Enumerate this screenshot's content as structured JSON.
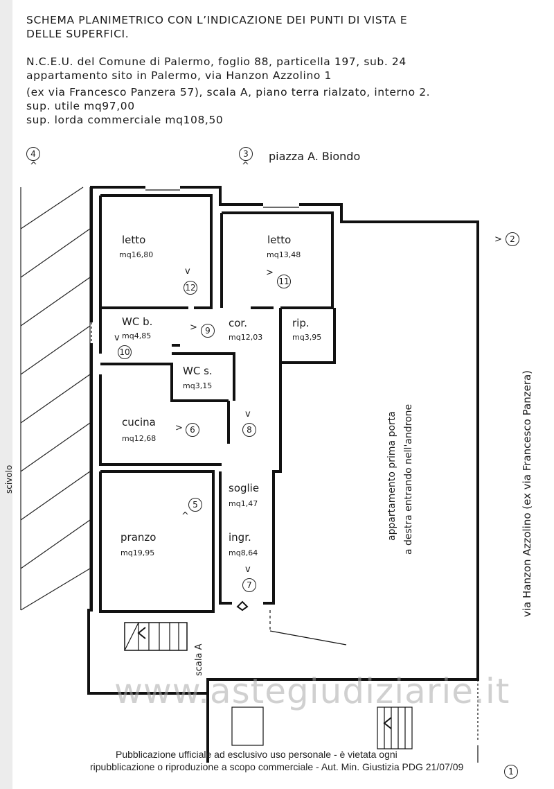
{
  "header": {
    "line1": "SCHEMA PLANIMETRICO CON L’INDICAZIONE DEI PUNTI DI VISTA E",
    "line2": "DELLE SUPERFICI.",
    "line3": "N.C.E.U. del Comune di Palermo, foglio 88, particella 197, sub. 24",
    "line4": "appartamento sito in Palermo, via Hanzon Azzolino 1",
    "line5": "(ex via Francesco Panzera 57), scala A, piano terra rialzato, interno 2.",
    "line6": "sup. utile mq97,00",
    "line7": "sup. lorda commerciale mq108,50"
  },
  "plan": {
    "street_top": "piazza A. Biondo",
    "street_right": "via Hanzon Azzolino (ex via Francesco Panzera)",
    "ramp_label": "scivolo",
    "stair_label": "scala A",
    "neighbor_label_1": "appartamento prima porta",
    "neighbor_label_2": "a destra entrando nell'androne",
    "rooms": [
      {
        "name": "letto",
        "area": "mq16,80"
      },
      {
        "name": "letto",
        "area": "mq13,48"
      },
      {
        "name": "WC b.",
        "area": "mq4,85"
      },
      {
        "name": "cor.",
        "area": "mq12,03"
      },
      {
        "name": "rip.",
        "area": "mq3,95"
      },
      {
        "name": "WC s.",
        "area": "mq3,15"
      },
      {
        "name": "cucina",
        "area": "mq12,68"
      },
      {
        "name": "soglie",
        "area": "mq1,47"
      },
      {
        "name": "pranzo",
        "area": "mq19,95"
      },
      {
        "name": "ingr.",
        "area": "mq8,64"
      }
    ],
    "viewpoints": [
      "1",
      "2",
      "3",
      "4",
      "5",
      "6",
      "7",
      "8",
      "9",
      "10",
      "11",
      "12"
    ]
  },
  "watermark": "www.astegiudiziarie.it",
  "footer": {
    "line1": "Pubblicazione ufficiale ad esclusivo uso personale - è vietata ogni",
    "line2": "ripubblicazione o riproduzione a scopo commerciale - Aut. Min. Giustizia PDG 21/07/09"
  }
}
